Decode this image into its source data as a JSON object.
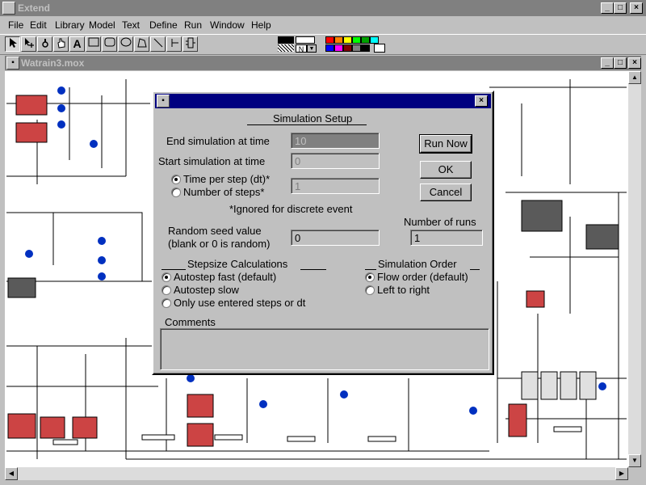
{
  "app": {
    "title": "Extend",
    "menu": [
      "File",
      "Edit",
      "Library",
      "Model",
      "Text",
      "Define",
      "Run",
      "Window",
      "Help"
    ]
  },
  "toolbar": {
    "tools": [
      "arrow-tool",
      "cross-arrow-tool",
      "wrench-tool",
      "hand-tool",
      "text-tool",
      "rectangle-tool",
      "rounded-rectangle-tool",
      "oval-tool",
      "polygon-tool",
      "line-tool",
      "connection-tool",
      "hierarchy-tool"
    ],
    "text_tool_glyph": "A",
    "pattern_label": "N",
    "colors": [
      "#ff0000",
      "#ff8000",
      "#ffff00",
      "#00ff00",
      "#00a000",
      "#00ffff",
      "#0000ff",
      "#ff00ff",
      "#800000",
      "#808080",
      "#000000"
    ]
  },
  "document": {
    "title": "Watrain3.mox"
  },
  "dialog": {
    "title": "Simulation Setup",
    "end_label": "End simulation at time",
    "end_value": "10",
    "start_label": "Start simulation at time",
    "start_value": "0",
    "dt_label": "Time per step (dt)*",
    "steps_label": "Number of steps*",
    "steps_value": "1",
    "ignored_note": "*Ignored for discrete event",
    "seed_label_1": "Random seed value",
    "seed_label_2": "(blank or 0 is random)",
    "seed_value": "0",
    "runs_label": "Number of runs",
    "runs_value": "1",
    "run_now": "Run Now",
    "ok": "OK",
    "cancel": "Cancel",
    "stepsize_title": "Stepsize Calculations",
    "stepsize_options": [
      "Autostep fast (default)",
      "Autostep slow",
      "Only use entered steps or dt"
    ],
    "order_title": "Simulation Order",
    "order_options": [
      "Flow order (default)",
      "Left to right"
    ],
    "comments_label": "Comments"
  }
}
